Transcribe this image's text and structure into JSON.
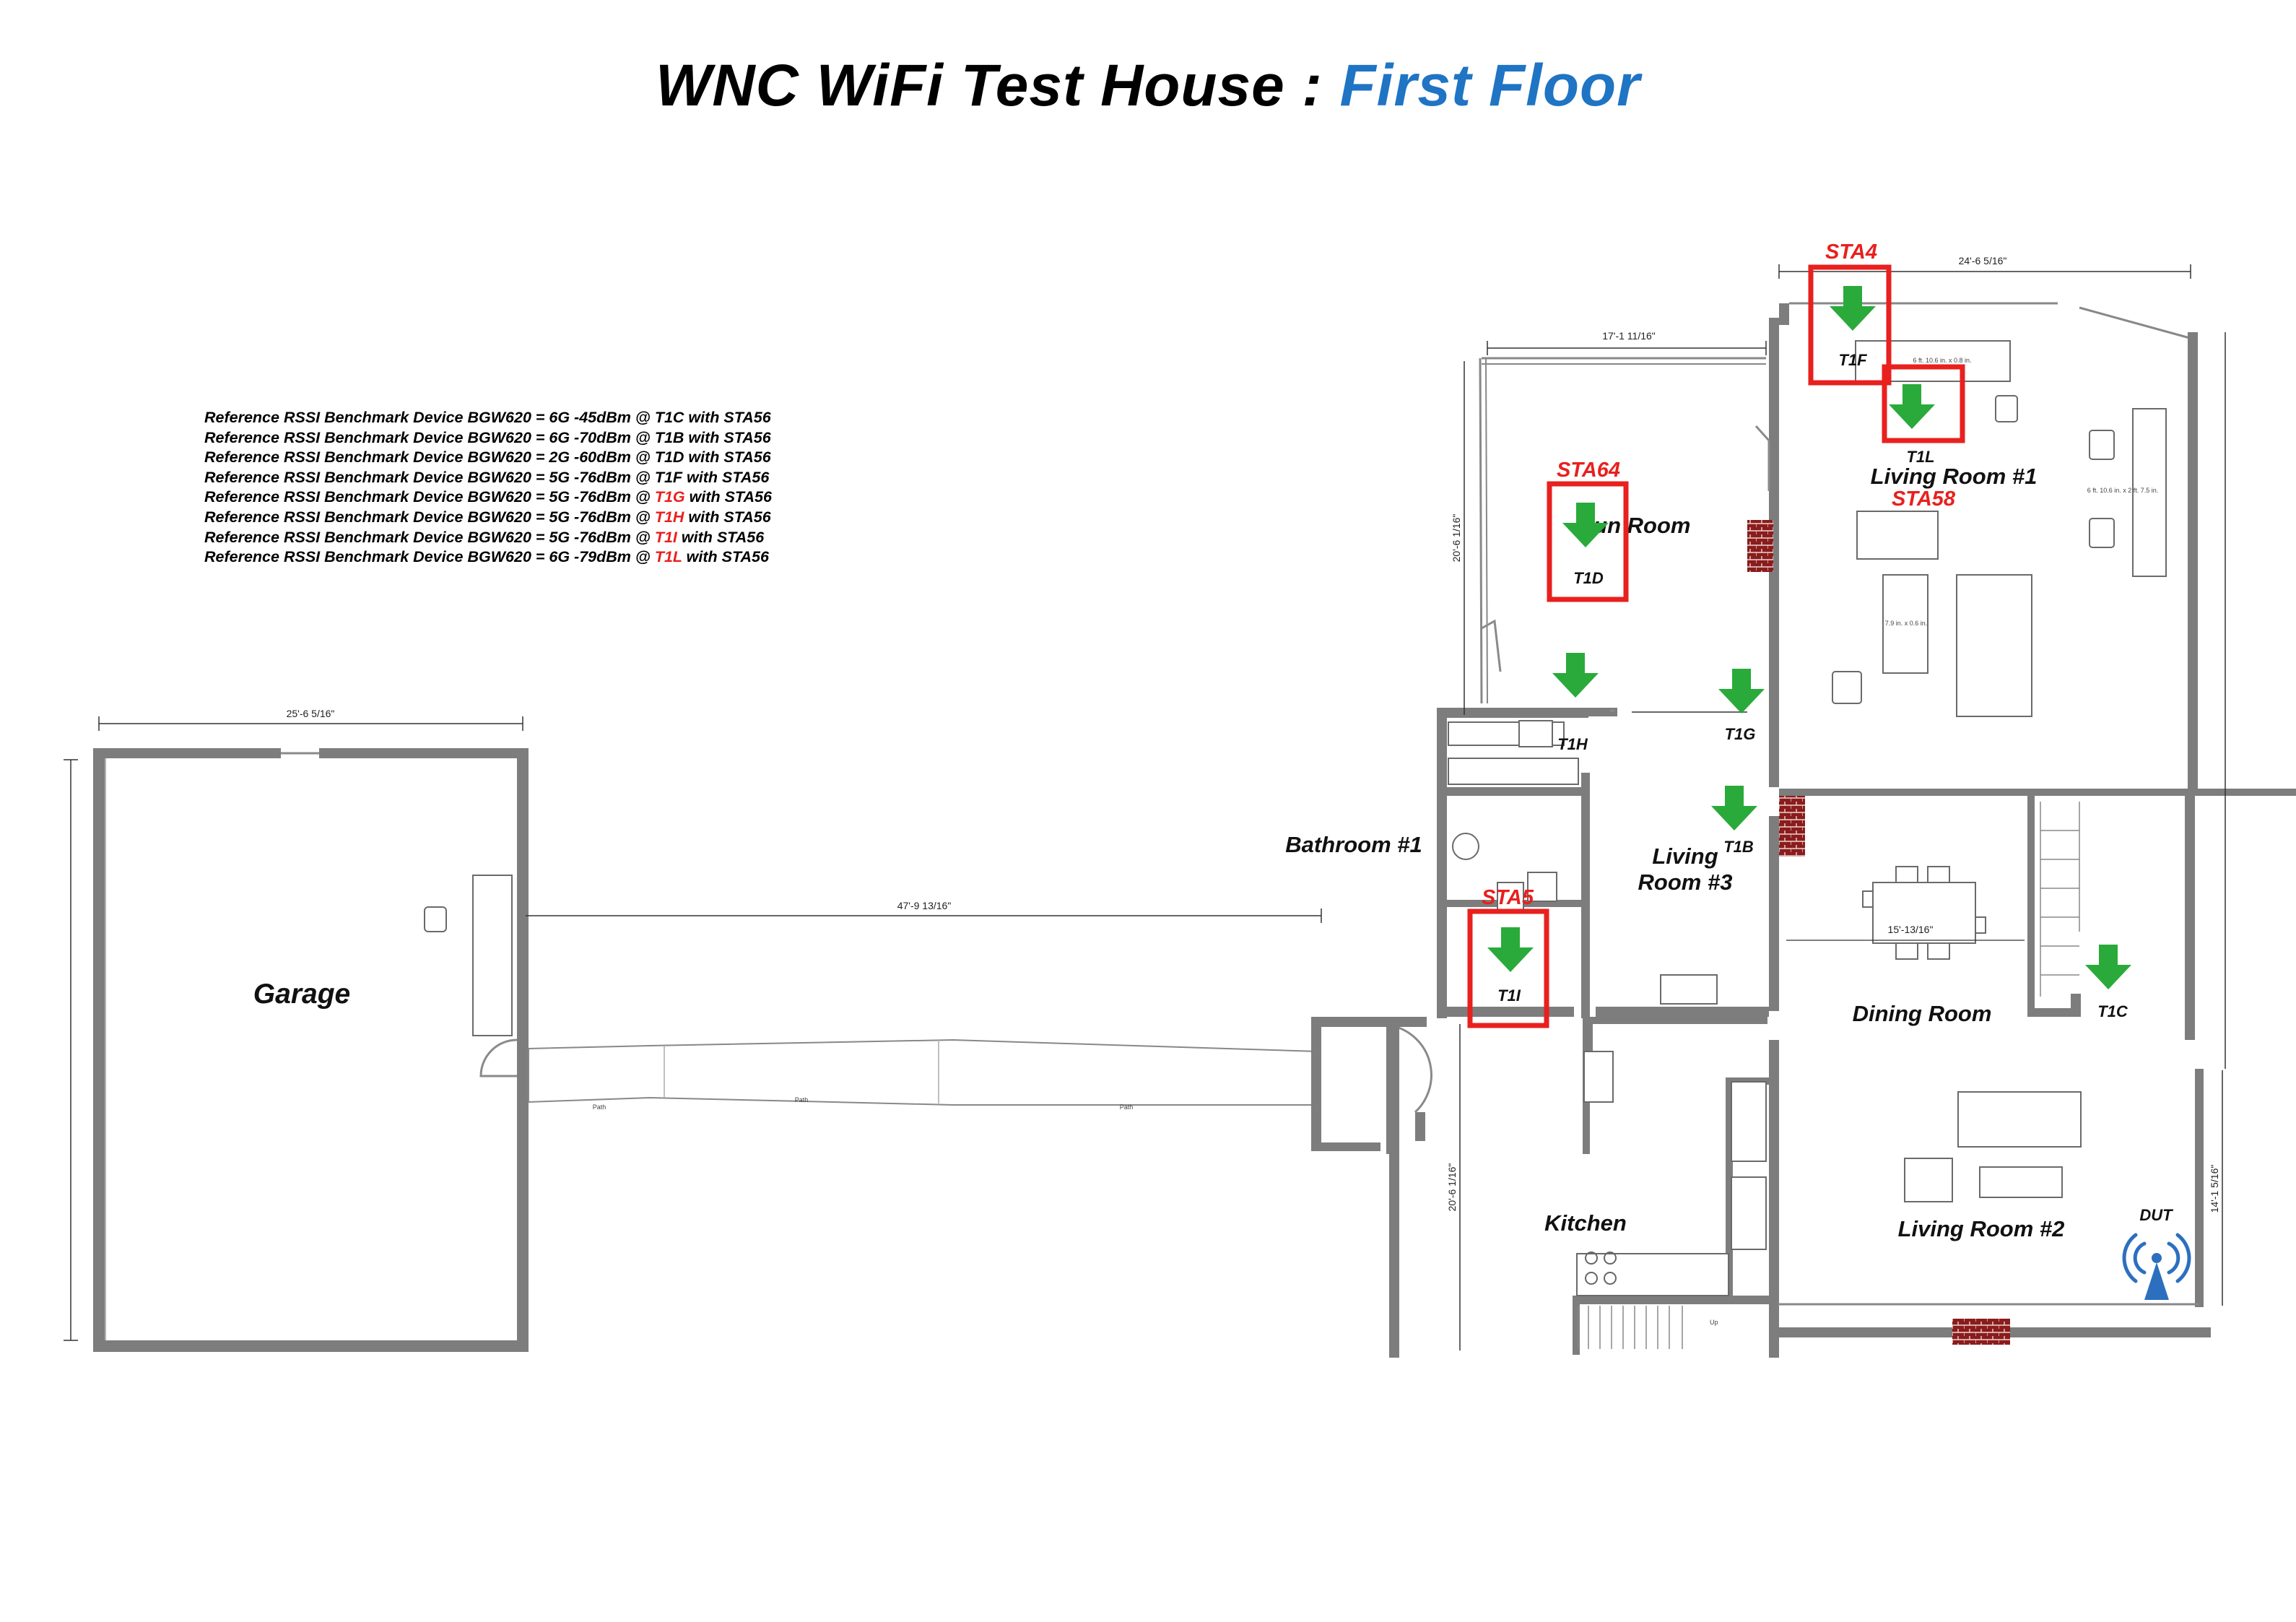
{
  "title": {
    "main": "WNC WiFi Test House : ",
    "accent": "First Floor"
  },
  "legend": [
    {
      "pre": "Reference RSSI Benchmark Device BGW620 = 6G -45dBm @ ",
      "point": "T1C",
      "post": " with STA56",
      "highlight": false
    },
    {
      "pre": "Reference RSSI Benchmark Device BGW620 = 6G -70dBm @ ",
      "point": "T1B",
      "post": " with STA56",
      "highlight": false
    },
    {
      "pre": "Reference RSSI Benchmark Device BGW620 = 2G -60dBm @ ",
      "point": "T1D",
      "post": " with STA56",
      "highlight": false
    },
    {
      "pre": "Reference RSSI Benchmark Device BGW620 = 5G -76dBm @ ",
      "point": "T1F",
      "post": " with STA56",
      "highlight": false
    },
    {
      "pre": "Reference RSSI Benchmark Device BGW620 = 5G -76dBm @ ",
      "point": "T1G",
      "post": " with STA56",
      "highlight": true
    },
    {
      "pre": "Reference RSSI Benchmark Device BGW620 = 5G -76dBm @ ",
      "point": "T1H",
      "post": " with STA56",
      "highlight": true
    },
    {
      "pre": "Reference RSSI Benchmark Device BGW620 = 5G -76dBm @ ",
      "point": "T1I",
      "post": " with STA56",
      "highlight": true
    },
    {
      "pre": "Reference RSSI Benchmark Device BGW620 = 6G -79dBm @ ",
      "point": "T1L",
      "post": " with STA56",
      "highlight": true
    }
  ],
  "rooms": {
    "garage": "Garage",
    "sun_room": "Sun Room",
    "living_room_1": "Living Room #1",
    "bathroom_1": "Bathroom #1",
    "living_room_3_line1": "Living",
    "living_room_3_line2": "Room #3",
    "dining_room": "Dining Room",
    "kitchen": "Kitchen",
    "living_room_2": "Living Room #2"
  },
  "test_points": {
    "T1C": "T1C",
    "T1B": "T1B",
    "T1D": "T1D",
    "T1F": "T1F",
    "T1G": "T1G",
    "T1H": "T1H",
    "T1I": "T1I",
    "T1L": "T1L"
  },
  "stations": {
    "STA4": "STA4",
    "STA64": "STA64",
    "STA58": "STA58",
    "STA5": "STA5"
  },
  "dut_label": "DUT",
  "dimensions": {
    "garage_width": "25'-6 5/16\"",
    "path_length": "47'-9 13/16\"",
    "sun_room_width": "17'-1 11/16\"",
    "sun_room_depth": "20'-6 1/16\"",
    "living1_width": "24'-6 5/16\"",
    "dining_table": "15'-13/16\"",
    "kitchen_depth": "20'-6 1/16\"",
    "living2_depth": "14'-1 5/16\""
  },
  "annotations": {
    "path": "Path",
    "up": "Up",
    "rug_a": "6 ft. 10.6 in. x 2 ft. 7.5 in.",
    "rug_b": "7.9 in. x 0.6 in.",
    "rug_c": "6 ft. 10.6 in. x 0.8 in."
  },
  "colors": {
    "accent": "#1f74c4",
    "station_red": "#e8201e",
    "arrow_green": "#2aaa3a",
    "wall": "#7d7d7d",
    "fireplace": "#8b1c1c",
    "dut_blue": "#2c6fbf"
  }
}
